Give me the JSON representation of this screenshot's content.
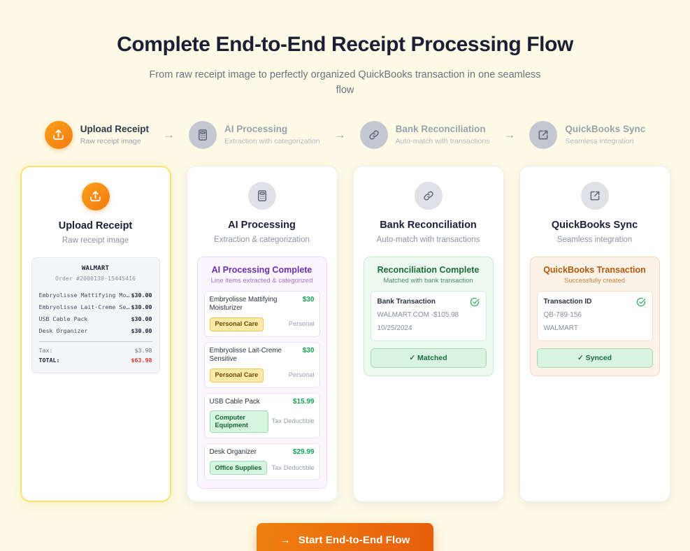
{
  "header": {
    "title": "Complete End-to-End Receipt Processing Flow",
    "subtitle": "From raw receipt image to perfectly organized QuickBooks transaction in one seamless flow"
  },
  "steps": [
    {
      "icon": "upload-icon",
      "title": "Upload Receipt",
      "sub": "Raw receipt image",
      "state": "active"
    },
    {
      "icon": "calculator-icon",
      "title": "AI Processing",
      "sub": "Extraction with categorization",
      "state": "inactive"
    },
    {
      "icon": "link-icon",
      "title": "Bank Reconciliation",
      "sub": "Auto-match with transactions",
      "state": "inactive"
    },
    {
      "icon": "external-link-icon",
      "title": "QuickBooks Sync",
      "sub": "Seamless integration",
      "state": "inactive"
    }
  ],
  "step_arrow": "→",
  "cards": {
    "upload": {
      "icon": "upload-icon",
      "title": "Upload Receipt",
      "subtitle": "Raw receipt image",
      "receipt": {
        "store": "WALMART",
        "order": "Order #2000130-15445416",
        "items": [
          {
            "name": "Embryolisse Mattifying Moi…",
            "amount": "$30.00"
          },
          {
            "name": "Embryolisse Lait-Creme Sen…",
            "amount": "$30.00"
          },
          {
            "name": "USB Cable Pack",
            "amount": "$30.00"
          },
          {
            "name": "Desk Organizer",
            "amount": "$30.00"
          }
        ],
        "tax_label": "Tax:",
        "tax_amount": "$3.98",
        "total_label": "TOTAL:",
        "total_amount": "$63.98"
      }
    },
    "ai": {
      "icon": "calculator-icon",
      "title": "AI Processing",
      "subtitle": "Extraction & categorization",
      "panel_title": "AI Processing Complete",
      "panel_sub": "Line items extracted & categorized",
      "line_items": [
        {
          "name": "Embryolisse Mattifying Moisturizer",
          "price": "$30",
          "chip": "Personal Care",
          "chip_style": "amber",
          "tag": "Personal"
        },
        {
          "name": "Embryolisse Lait-Creme Sensitive",
          "price": "$30",
          "chip": "Personal Care",
          "chip_style": "amber",
          "tag": "Personal"
        },
        {
          "name": "USB Cable Pack",
          "price": "$15.99",
          "chip": "Computer Equipment",
          "chip_style": "mint",
          "tag": "Tax Deductible"
        },
        {
          "name": "Desk Organizer",
          "price": "$29.99",
          "chip": "Office Supplies",
          "chip_style": "mint",
          "tag": "Tax Deductible"
        }
      ]
    },
    "bank": {
      "icon": "link-icon",
      "title": "Bank Reconciliation",
      "subtitle": "Auto-match with transactions",
      "panel_title": "Reconciliation Complete",
      "panel_sub": "Matched with bank transaction",
      "detail_label": "Bank Transaction",
      "detail_line1": "WALMART.COM -$105.98",
      "detail_line2": "10/25/2024",
      "status": "✓ Matched"
    },
    "qb": {
      "icon": "external-link-icon",
      "title": "QuickBooks Sync",
      "subtitle": "Seamless integration",
      "panel_title": "QuickBooks Transaction",
      "panel_sub": "Successfully created",
      "detail_label": "Transaction ID",
      "detail_line1": "QB-789-156",
      "detail_line2": "WALMART",
      "status": "✓ Synced"
    }
  },
  "cta": {
    "arrow": "→",
    "label": "Start End-to-End Flow"
  },
  "colors": {
    "background": "#fdfae6",
    "accent_orange": "#ef8110",
    "accent_orange_dark": "#e85d0c",
    "highlight_border": "#ffe169",
    "purple": "#6b2fae",
    "green": "#1c6b3a",
    "peach": "#b2590c",
    "price_green": "#11a254",
    "total_red": "#e0342b"
  }
}
